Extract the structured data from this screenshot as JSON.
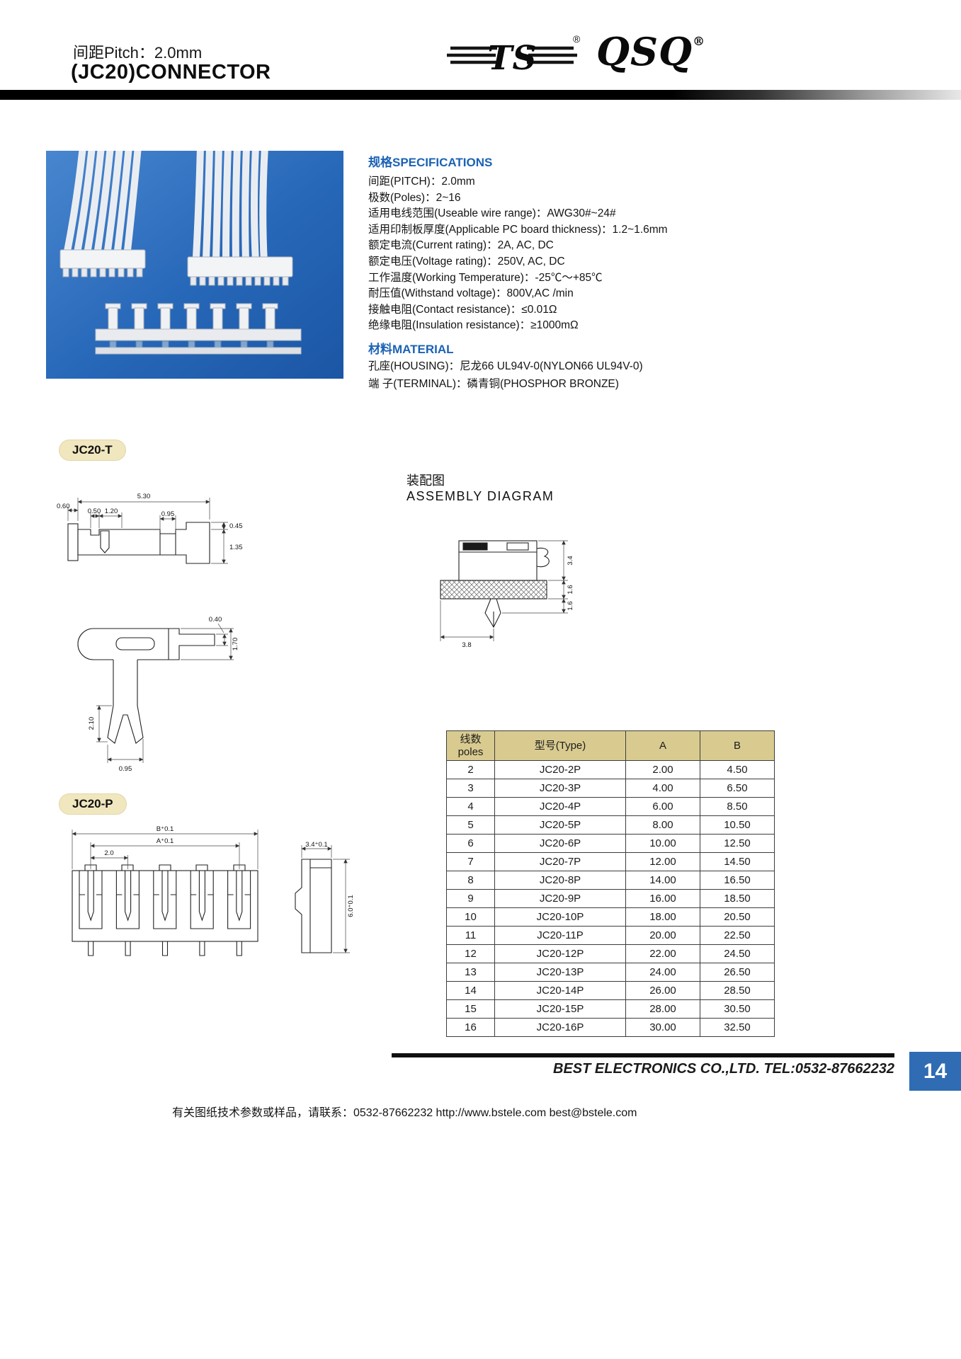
{
  "header": {
    "pitch": "间距Pitch：2.0mm",
    "title": "(JC20)CONNECTOR",
    "logo_ts": "TS",
    "logo_ts_reg": "®",
    "logo_qsq": "QSQ",
    "logo_qsq_reg": "®"
  },
  "specs": {
    "heading": "规格SPECIFICATIONS",
    "lines": [
      "间距(PITCH)：2.0mm",
      "极数(Poles)：2~16",
      "适用电线范围(Useable wire range)：AWG30#~24#",
      "适用印制板厚度(Applicable PC board thickness)：1.2~1.6mm",
      "额定电流(Current rating)：2A, AC, DC",
      "额定电压(Voltage rating)：250V,  AC, DC",
      "工作温度(Working Temperature)：-25℃～+85℃",
      "耐压值(Withstand voltage)：800V,AC /min",
      "接触电阻(Contact resistance)：≤0.01Ω",
      "绝缘电阻(Insulation resistance)：≥1000mΩ"
    ]
  },
  "material": {
    "heading": "材料MATERIAL",
    "lines": [
      "孔座(HOUSING)：尼龙66  UL94V-0(NYLON66  UL94V-0)",
      "端 子(TERMINAL)：磷青铜(PHOSPHOR BRONZE)"
    ]
  },
  "sections": {
    "jc20t": "JC20-T",
    "jc20p": "JC20-P",
    "assembly_cn": "装配图",
    "assembly_en": "ASSEMBLY  DIAGRAM"
  },
  "dims": {
    "t_top": [
      "5.30",
      "0.60",
      "0.50",
      "1.20",
      "0.95",
      "0.45",
      "1.35"
    ],
    "t_side": [
      "0.40",
      "1.70",
      "2.10",
      "0.95"
    ],
    "assembly": [
      "3.4",
      "1.6",
      "1.6",
      "3.8"
    ],
    "p_front": [
      "B⁺0.1",
      "A⁺0.1",
      "2.0"
    ],
    "p_side": [
      "3.4⁺0.1",
      "6.0⁺0.1"
    ]
  },
  "table": {
    "headers": {
      "poles_cn": "线数",
      "poles_en": "poles",
      "type": "型号(Type)",
      "a": "A",
      "b": "B"
    },
    "rows": [
      [
        "2",
        "JC20-2P",
        "2.00",
        "4.50"
      ],
      [
        "3",
        "JC20-3P",
        "4.00",
        "6.50"
      ],
      [
        "4",
        "JC20-4P",
        "6.00",
        "8.50"
      ],
      [
        "5",
        "JC20-5P",
        "8.00",
        "10.50"
      ],
      [
        "6",
        "JC20-6P",
        "10.00",
        "12.50"
      ],
      [
        "7",
        "JC20-7P",
        "12.00",
        "14.50"
      ],
      [
        "8",
        "JC20-8P",
        "14.00",
        "16.50"
      ],
      [
        "9",
        "JC20-9P",
        "16.00",
        "18.50"
      ],
      [
        "10",
        "JC20-10P",
        "18.00",
        "20.50"
      ],
      [
        "11",
        "JC20-11P",
        "20.00",
        "22.50"
      ],
      [
        "12",
        "JC20-12P",
        "22.00",
        "24.50"
      ],
      [
        "13",
        "JC20-13P",
        "24.00",
        "26.50"
      ],
      [
        "14",
        "JC20-14P",
        "26.00",
        "28.50"
      ],
      [
        "15",
        "JC20-15P",
        "28.00",
        "30.50"
      ],
      [
        "16",
        "JC20-16P",
        "30.00",
        "32.50"
      ]
    ]
  },
  "footer": {
    "company": "BEST ELECTRONICS CO.,LTD. TEL:0532-87662232",
    "page": "14",
    "contact": "有关图纸技术参数或样品，请联系：0532-87662232 http://www.bstele.com  best@bstele.com"
  },
  "colors": {
    "heading_blue": "#1b62b5",
    "photo_blue": "#2767b8",
    "table_header_bg": "#d9cb90",
    "page_box_bg": "#2f6cb3"
  }
}
